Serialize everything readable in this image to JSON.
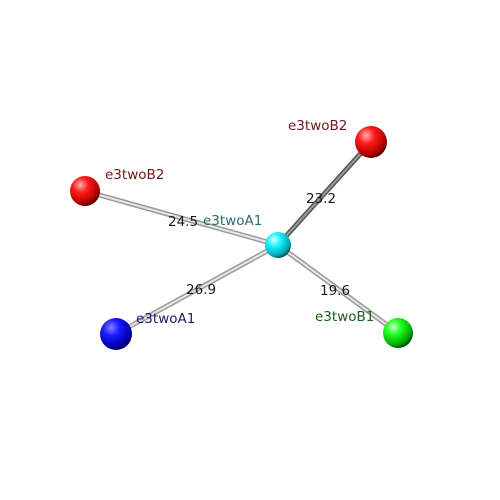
{
  "diagram": {
    "center_node": {
      "label": "e3twoA1",
      "color": "#00e5f0",
      "label_color": "#2e6b6b"
    },
    "outer_nodes": [
      {
        "id": "top-right",
        "label": "e3twoB2",
        "color": "#e00000",
        "label_color": "#6b1a1a",
        "bond_length": "23.2"
      },
      {
        "id": "left",
        "label": "e3twoB2",
        "color": "#e00000",
        "label_color": "#6b1a1a",
        "bond_length": "24.5"
      },
      {
        "id": "bottom-left",
        "label": "e3twoA1",
        "color": "#0000e0",
        "label_color": "#1a1a6b",
        "bond_length": "26.9"
      },
      {
        "id": "bottom-right",
        "label": "e3twoB1",
        "color": "#00d000",
        "label_color": "#1a5e1a",
        "bond_length": "19.6"
      }
    ]
  }
}
